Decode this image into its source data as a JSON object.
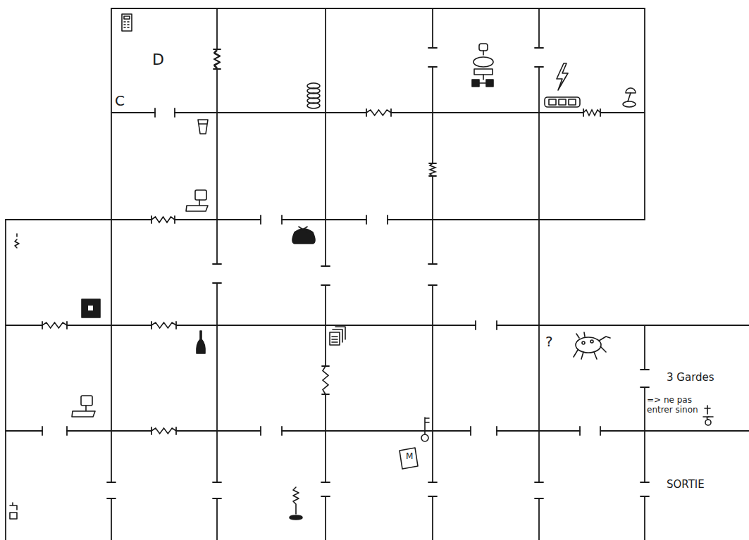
{
  "diagram": {
    "labels": [
      "D",
      "C",
      "?",
      "3 Gardes",
      "=> ne pas entrer sinon",
      "SORTIE",
      "M"
    ]
  }
}
